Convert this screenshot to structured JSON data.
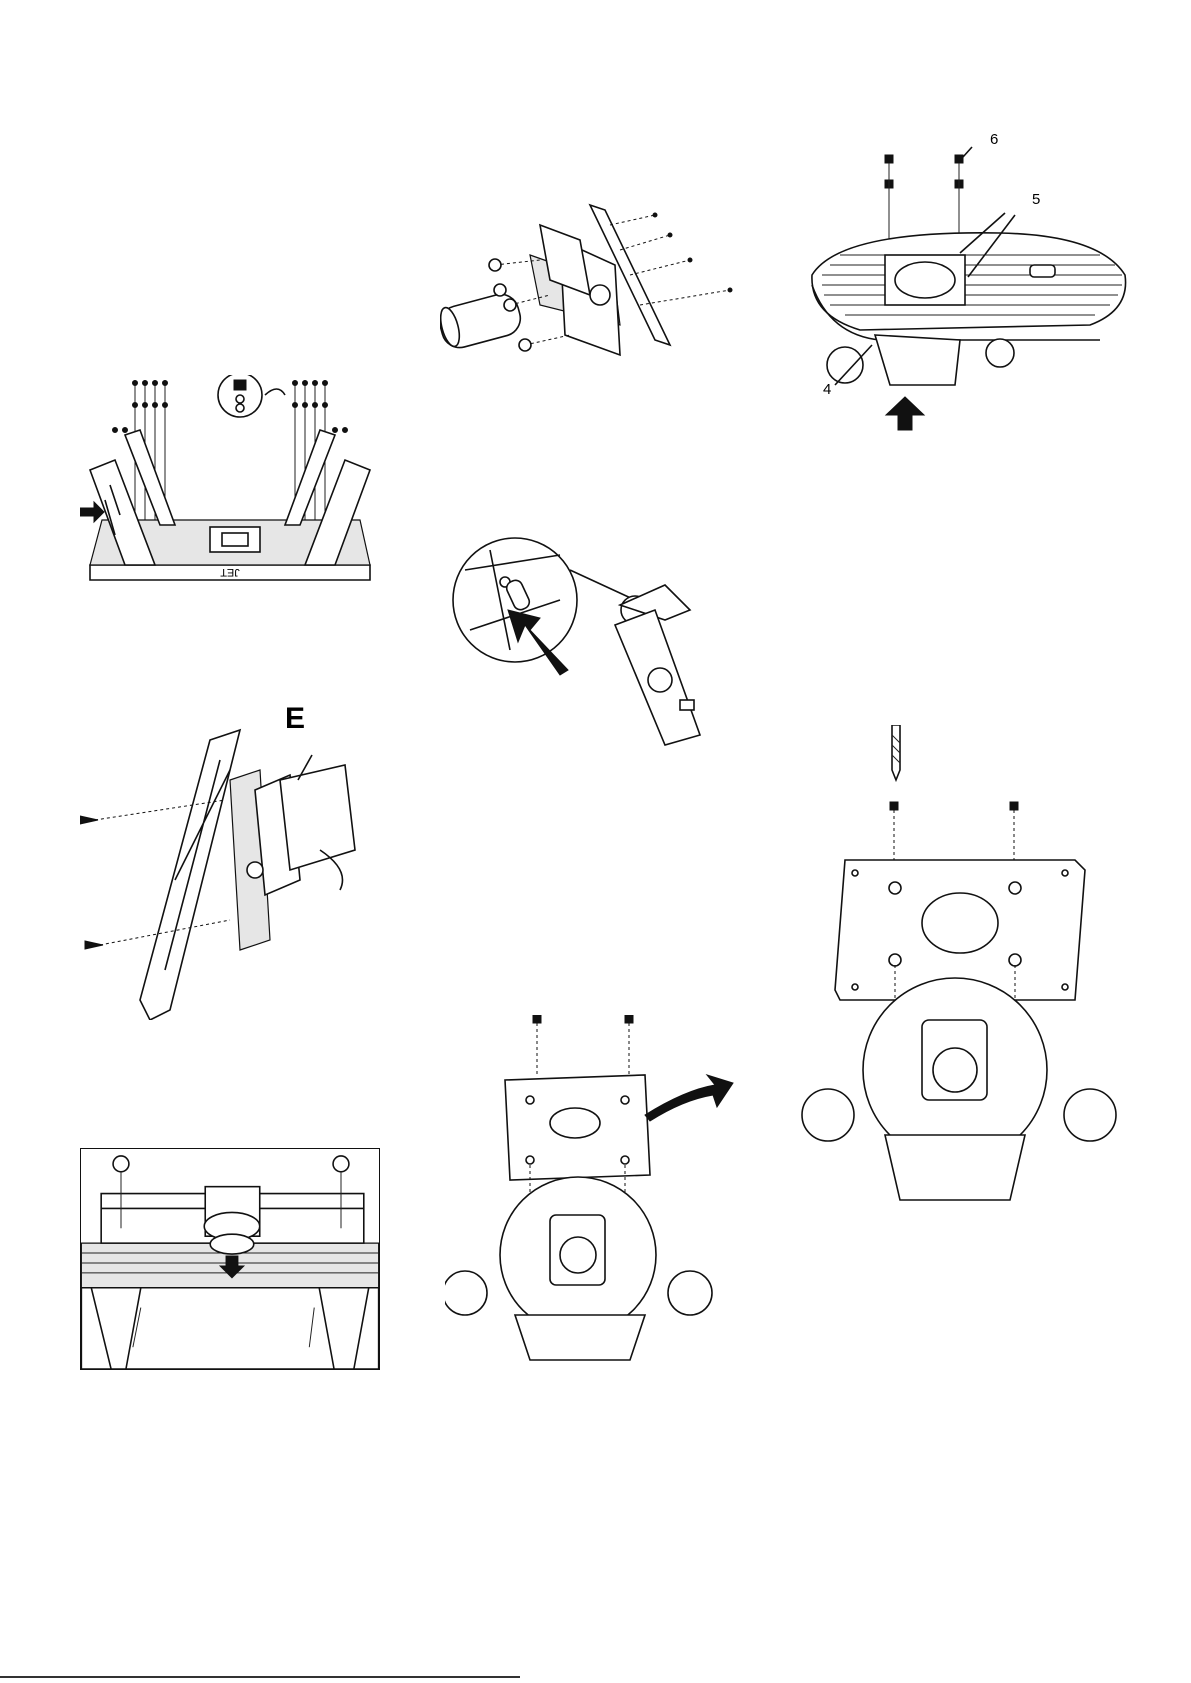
{
  "figures": {
    "stand_frame": {
      "logo_text": "JET"
    },
    "leg_motor": {
      "part_label": "E"
    },
    "fence_assembly": {},
    "pin_detail": {},
    "table_top": {},
    "plate_router_left": {},
    "router_table_mount": {
      "callouts": [
        "6",
        "5",
        "4"
      ]
    },
    "plate_router_right": {}
  }
}
